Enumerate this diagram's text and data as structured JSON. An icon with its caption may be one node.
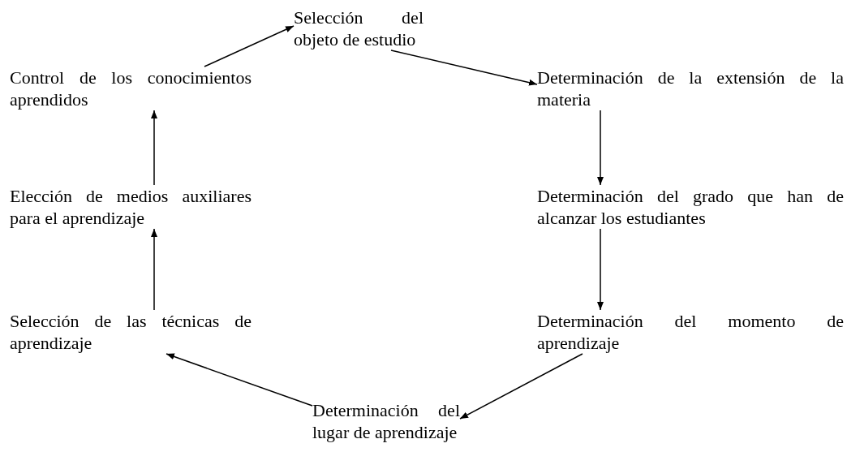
{
  "diagram": {
    "nodes": [
      {
        "text": [
          "Selección del objeto de estudio"
        ]
      },
      {
        "text": [
          "Determinación de la extensión de la materia"
        ]
      },
      {
        "text": [
          "Determinación del grado que han de alcanzar los estudiantes"
        ]
      },
      {
        "text": [
          "Determinación del momento de aprendizaje"
        ]
      },
      {
        "text": [
          "Determinación del lugar de aprendizaje"
        ]
      },
      {
        "text": [
          "Selección de las técnicas de aprendizaje"
        ]
      },
      {
        "text": [
          "Elección de medios auxiliares para el aprendizaje"
        ]
      },
      {
        "text": [
          "Control de los conocimientos aprendidos"
        ]
      }
    ],
    "edges": [
      {
        "from": 0,
        "to": 1,
        "arrow": "to"
      },
      {
        "from": 1,
        "to": 2,
        "arrow": "to"
      },
      {
        "from": 2,
        "to": 3,
        "arrow": "to"
      },
      {
        "from": 3,
        "to": 4,
        "arrow": "to"
      },
      {
        "from": 4,
        "to": 5,
        "arrow": "to"
      },
      {
        "from": 5,
        "to": 6,
        "arrow": "to"
      },
      {
        "from": 6,
        "to": 7,
        "arrow": "to"
      },
      {
        "from": 7,
        "to": 0,
        "arrow": "to"
      }
    ]
  }
}
